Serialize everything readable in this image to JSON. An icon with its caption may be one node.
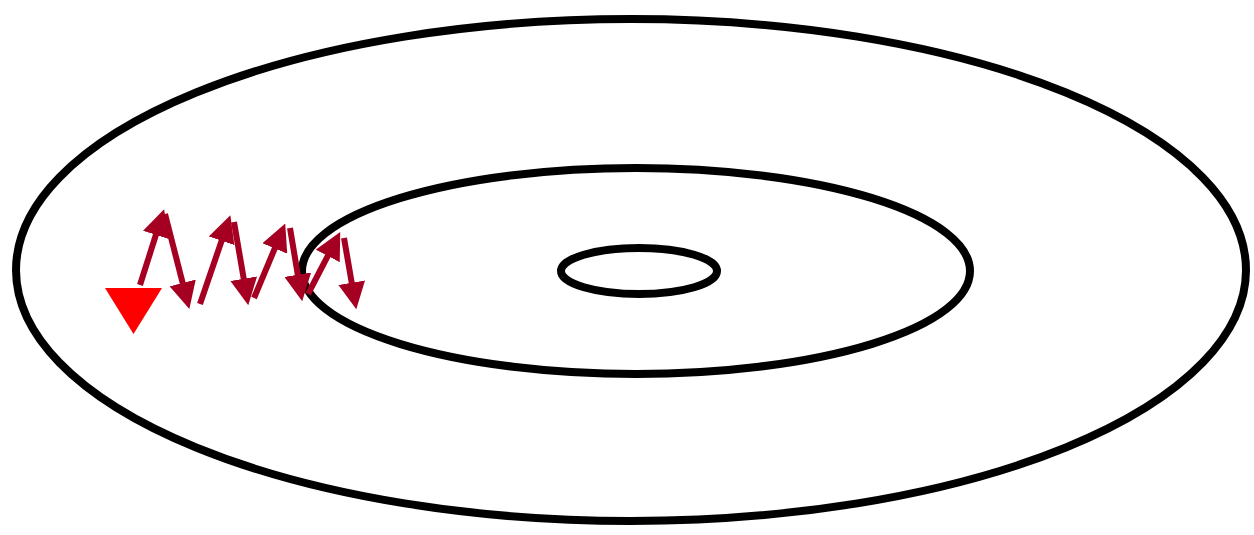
{
  "diagram": {
    "nodes": [
      {
        "text": [],
        "shape": "ellipse"
      },
      {
        "text": [],
        "shape": "ellipse",
        "in": 0
      },
      {
        "text": [],
        "shape": "ellipse",
        "in": 1
      },
      {
        "text": [],
        "shape": "triangle",
        "in": 0
      }
    ]
  }
}
